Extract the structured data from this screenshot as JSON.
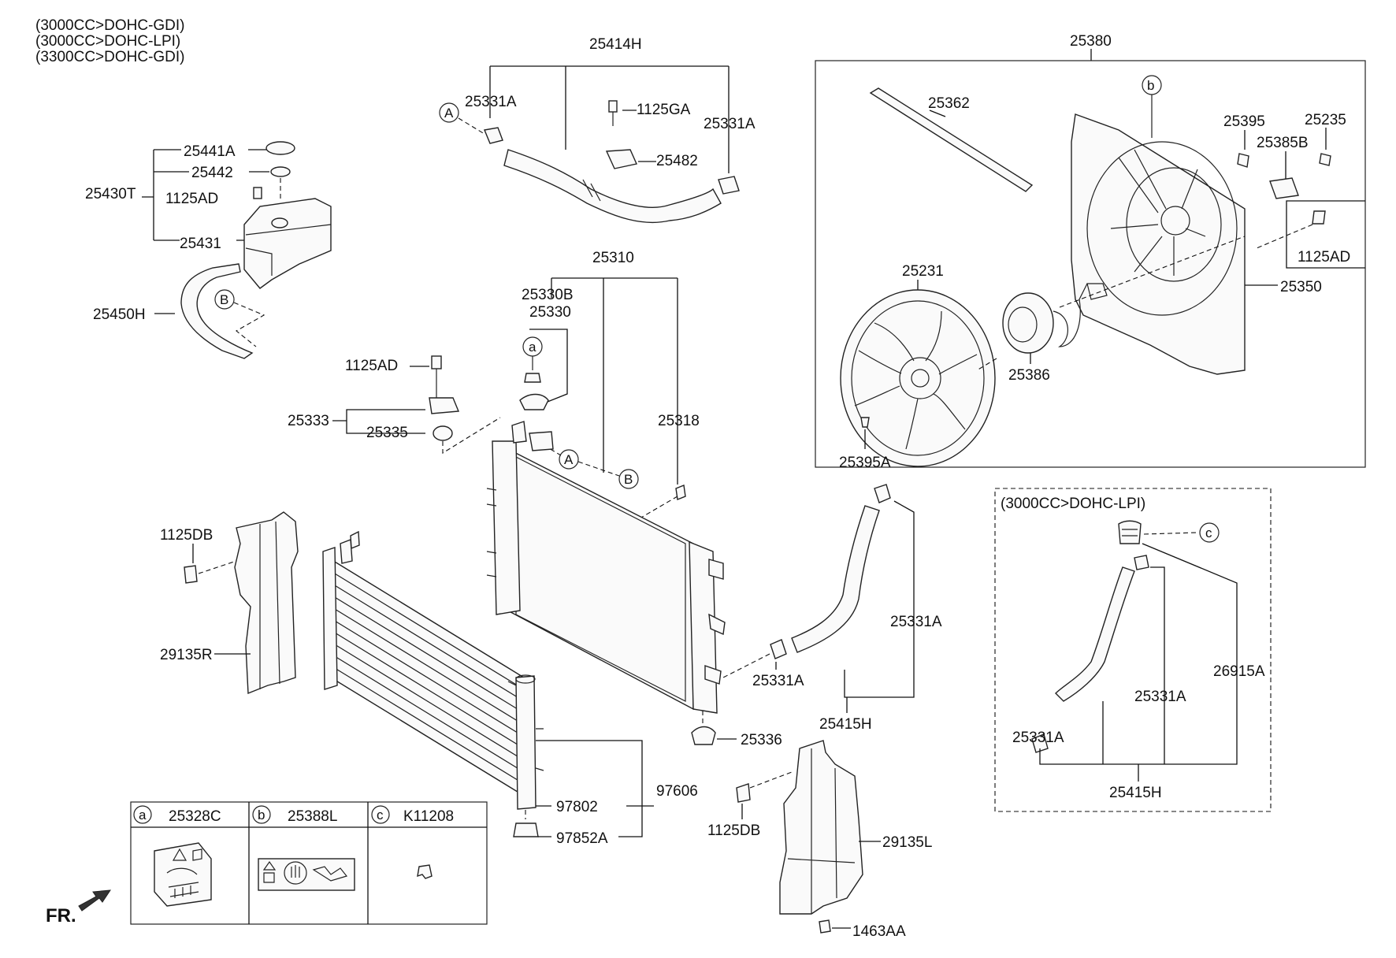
{
  "engine_notes": [
    "(3000CC>DOHC-GDI)",
    "(3000CC>DOHC-LPI)",
    "(3300CC>DOHC-GDI)"
  ],
  "labels": {
    "p25414H": "25414H",
    "p25331A_a": "25331A",
    "p1125GA": "1125GA",
    "p25331A_b": "25331A",
    "p25482": "25482",
    "p25441A": "25441A",
    "p25442": "25442",
    "p25430T": "25430T",
    "p1125AD_a": "1125AD",
    "p25431": "25431",
    "p25450H": "25450H",
    "p25310": "25310",
    "p25330B": "25330B",
    "p25330": "25330",
    "p1125AD_b": "1125AD",
    "p25333": "25333",
    "p25335": "25335",
    "p25318": "25318",
    "p25380": "25380",
    "p25362": "25362",
    "p25395": "25395",
    "p25235": "25235",
    "p25385B": "25385B",
    "p1125AD_c": "1125AD",
    "p25350": "25350",
    "p25231": "25231",
    "p25386": "25386",
    "p25395A": "25395A",
    "p1125DB_a": "1125DB",
    "p29135R": "29135R",
    "p25331A_c": "25331A",
    "p25331A_d": "25331A",
    "p25415H_a": "25415H",
    "p25336": "25336",
    "p97606": "97606",
    "p97802": "97802",
    "p97852A": "97852A",
    "p1125DB_b": "1125DB",
    "p29135L": "29135L",
    "p1463AA": "1463AA",
    "lpi_title": "(3000CC>DOHC-LPI)",
    "p26915A": "26915A",
    "p25331A_e": "25331A",
    "p25331A_f": "25331A",
    "p25415H_b": "25415H",
    "fr": "FR."
  },
  "callouts": {
    "A": "A",
    "B": "B",
    "a": "a",
    "b": "b",
    "c": "c"
  },
  "legend": [
    {
      "key": "a",
      "part": "25328C"
    },
    {
      "key": "b",
      "part": "25388L"
    },
    {
      "key": "c",
      "part": "K11208"
    }
  ]
}
